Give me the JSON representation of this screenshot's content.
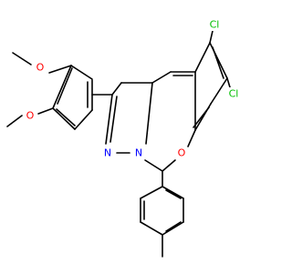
{
  "molecule": {
    "atom_labels": {
      "o_methoxy_top": "O",
      "o_methoxy_low": "O",
      "n_imine": "N",
      "n_bridge": "N",
      "o_ring": "O",
      "cl_top": "Cl",
      "cl_right": "Cl"
    },
    "colors": {
      "bond": "#000000",
      "oxygen": "#ff0000",
      "nitrogen": "#0000ff",
      "chlorine": "#00bf00",
      "background": "#ffffff"
    }
  }
}
